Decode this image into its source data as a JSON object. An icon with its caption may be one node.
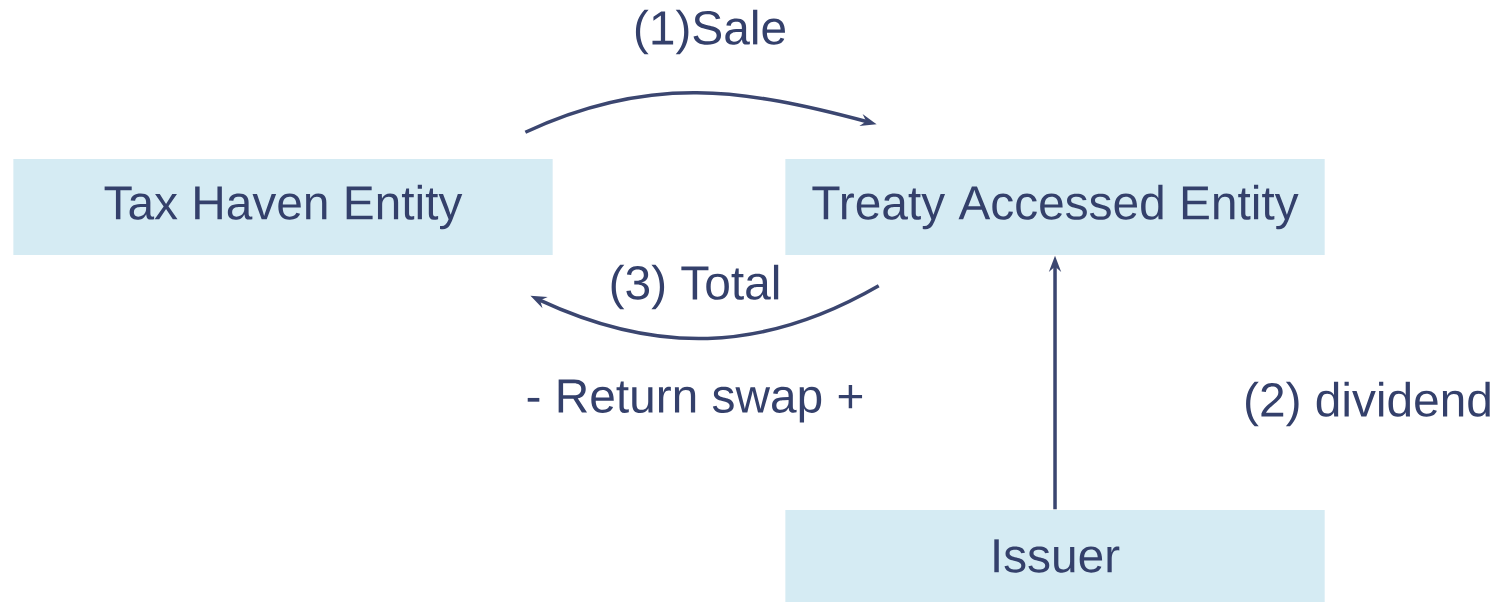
{
  "diagram": {
    "nodes": [
      {
        "text": [
          "Tax Haven Entity"
        ]
      },
      {
        "text": [
          "Treaty Accessed Entity"
        ]
      },
      {
        "text": [
          "Issuer"
        ]
      }
    ],
    "edges": [
      {
        "from": 0,
        "to": 1,
        "arrow": "to",
        "label": "(1)Sale"
      },
      {
        "from": 1,
        "to": 0,
        "arrow": "to",
        "label": "(3) Total"
      },
      {
        "from": 2,
        "to": 1,
        "arrow": "to",
        "label": "(2) dividend"
      }
    ],
    "labels": [
      "- Return swap +"
    ]
  }
}
